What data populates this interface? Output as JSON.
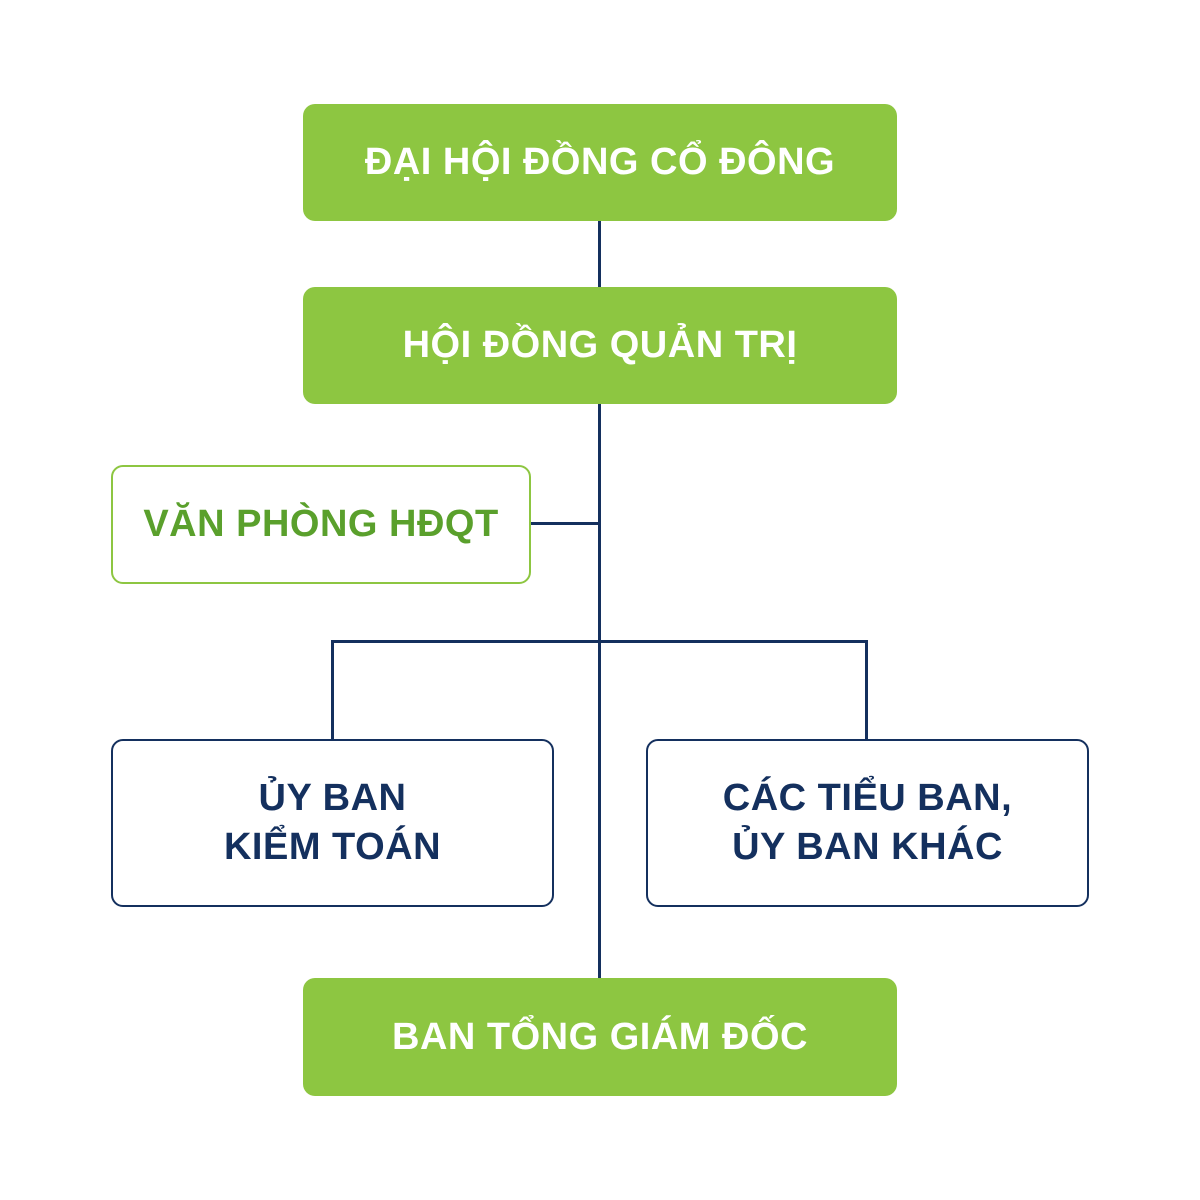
{
  "colors": {
    "primary_green": "#8dc641",
    "text_green": "#5aa02c",
    "navy": "#14305e"
  },
  "nodes": {
    "general_meeting": "ĐẠI HỘI ĐỒNG CỔ ĐÔNG",
    "board": "HỘI ĐỒNG QUẢN TRỊ",
    "board_office": "VĂN PHÒNG HĐQT",
    "audit_committee": {
      "line1": "ỦY BAN",
      "line2": "KIỂM TOÁN"
    },
    "other_committees": {
      "line1": "CÁC TIỂU BAN,",
      "line2": "ỦY BAN KHÁC"
    },
    "executive_board": "BAN TỔNG GIÁM ĐỐC"
  }
}
